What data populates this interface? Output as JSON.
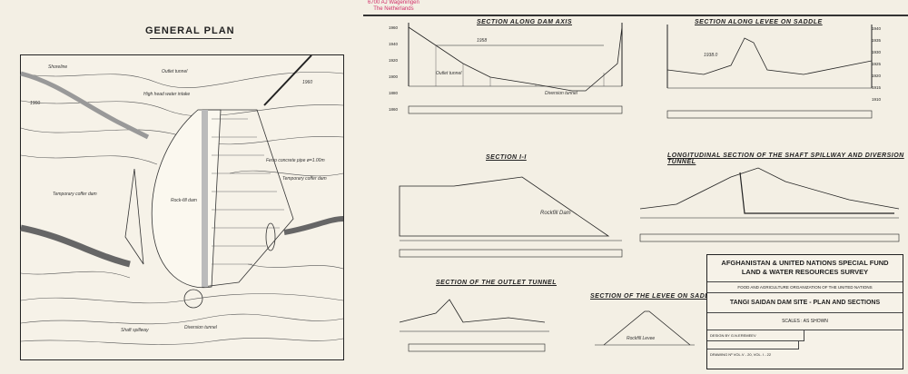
{
  "stamp": {
    "line1": "6700 AJ  Wageningen",
    "line2": "The Netherlands"
  },
  "general_plan": {
    "title": "GENERAL PLAN",
    "labels": {
      "shoreline": "Shoreline",
      "outlet_tunnel": "Outlet tunnel",
      "intake": "High head water intake",
      "pipe": "Ferro concrete pipe ø=1.00m",
      "coffer_left": "Temporary coffer dam",
      "coffer_right": "Temporary coffer dam",
      "dam": "Rock-fill dam",
      "spillway": "Shaft spillway",
      "diversion": "Diversion tunnel",
      "contour_1900": "1900",
      "contour_1960": "1960"
    }
  },
  "dam_axis": {
    "title": "SECTION ALONG DAM AXIS",
    "ticks": [
      "1960",
      "1940",
      "1920",
      "1900",
      "1880",
      "1860"
    ],
    "outlet": "Outlet tunnel",
    "diversion": "Diversion tunnel",
    "crest": "1958"
  },
  "levee_saddle": {
    "title": "SECTION ALONG LEVEE ON SADDLE",
    "ticks": [
      "1940",
      "1935",
      "1930",
      "1925",
      "1920",
      "1915",
      "1910"
    ],
    "crest": "1938.0"
  },
  "section_1": {
    "title": "SECTION I-I",
    "dam": "Rockfill    Dam"
  },
  "longitudinal": {
    "title": "LONGITUDINAL  SECTION  OF THE SHAFT SPILLWAY AND DIVERSION TUNNEL"
  },
  "outlet_tunnel": {
    "title": "SECTION OF THE OUTLET TUNNEL"
  },
  "levee_section": {
    "title": "SECTION OF THE LEVEE ON SADDLE",
    "levee": "Rockfill  Levee"
  },
  "title_block": {
    "line1": "AFGHANISTAN & UNITED NATIONS SPECIAL FUND",
    "line2": "LAND & WATER RESOURCES SURVEY",
    "org": "FOOD AND AGRICULTURE ORGANIZATION OF THE UNITED NATIONS",
    "project": "TANGI SAIDAN DAM SITE - PLAN AND SECTIONS",
    "scales": "SCALES : AS SHOWN",
    "design": "DESIGN BY G.N.EREMEEV",
    "drawing": "DRAWING Nº VOL.V - 20, VOL. I - 22"
  }
}
